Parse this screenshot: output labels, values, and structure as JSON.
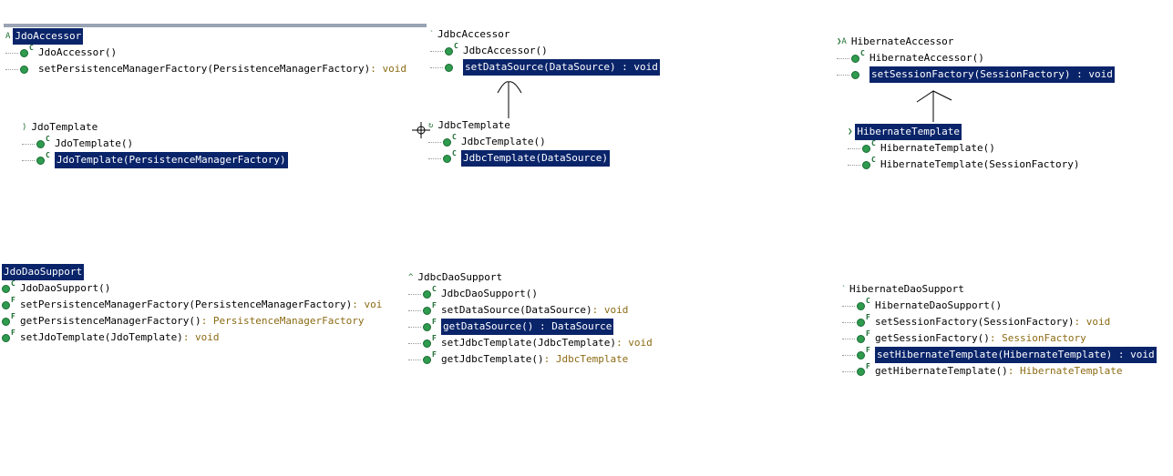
{
  "diagrams": {
    "jdo_accessor": {
      "class": "JdoAccessor",
      "members": [
        {
          "mod": "C",
          "text": "JdoAccessor()",
          "ret": ""
        },
        {
          "mod": "",
          "text": "setPersistenceManagerFactory(PersistenceManagerFactory)",
          "ret": " : void"
        }
      ]
    },
    "jdbc_accessor": {
      "class": "JdbcAccessor",
      "members": [
        {
          "mod": "C",
          "text": "JdbcAccessor()",
          "ret": ""
        },
        {
          "mod": "",
          "text": "setDataSource(DataSource) : void",
          "ret": ""
        }
      ]
    },
    "hibernate_accessor": {
      "class": "HibernateAccessor",
      "members": [
        {
          "mod": "C",
          "text": "HibernateAccessor()",
          "ret": ""
        },
        {
          "mod": "",
          "text": "setSessionFactory(SessionFactory) : void",
          "ret": ""
        }
      ]
    },
    "jdo_template": {
      "class": "JdoTemplate",
      "members": [
        {
          "mod": "C",
          "text": "JdoTemplate()",
          "ret": ""
        },
        {
          "mod": "C",
          "text": "JdoTemplate(PersistenceManagerFactory)",
          "ret": ""
        }
      ]
    },
    "jdbc_template": {
      "class": "JdbcTemplate",
      "members": [
        {
          "mod": "C",
          "text": "JdbcTemplate()",
          "ret": ""
        },
        {
          "mod": "C",
          "text": "JdbcTemplate(DataSource)",
          "ret": ""
        }
      ]
    },
    "hibernate_template": {
      "class": "HibernateTemplate",
      "members": [
        {
          "mod": "C",
          "text": "HibernateTemplate()",
          "ret": ""
        },
        {
          "mod": "C",
          "text": "HibernateTemplate(SessionFactory)",
          "ret": ""
        }
      ]
    },
    "jdo_dao_support": {
      "class": "JdoDaoSupport",
      "members": [
        {
          "mod": "C",
          "text": "JdoDaoSupport()",
          "ret": ""
        },
        {
          "mod": "F",
          "text": "setPersistenceManagerFactory(PersistenceManagerFactory)",
          "ret": " : voi"
        },
        {
          "mod": "F",
          "text": "getPersistenceManagerFactory()",
          "ret": " : PersistenceManagerFactory"
        },
        {
          "mod": "F",
          "text": "setJdoTemplate(JdoTemplate)",
          "ret": " : void"
        }
      ]
    },
    "jdbc_dao_support": {
      "class": "JdbcDaoSupport",
      "members": [
        {
          "mod": "C",
          "text": "JdbcDaoSupport()",
          "ret": ""
        },
        {
          "mod": "F",
          "text": "setDataSource(DataSource)",
          "ret": " : void"
        },
        {
          "mod": "F",
          "text": "getDataSource() : DataSource",
          "ret": ""
        },
        {
          "mod": "F",
          "text": "setJdbcTemplate(JdbcTemplate)",
          "ret": " : void"
        },
        {
          "mod": "F",
          "text": "getJdbcTemplate()",
          "ret": " : JdbcTemplate"
        }
      ]
    },
    "hibernate_dao_support": {
      "class": "HibernateDaoSupport",
      "members": [
        {
          "mod": "C",
          "text": "HibernateDaoSupport()",
          "ret": ""
        },
        {
          "mod": "F",
          "text": "setSessionFactory(SessionFactory)",
          "ret": " : void"
        },
        {
          "mod": "F",
          "text": "getSessionFactory()",
          "ret": " : SessionFactory"
        },
        {
          "mod": "F",
          "text": "setHibernateTemplate(HibernateTemplate) : void",
          "ret": ""
        },
        {
          "mod": "F",
          "text": "getHibernateTemplate()",
          "ret": " : HibernateTemplate"
        }
      ]
    }
  },
  "colors": {
    "selection": "#0a246a",
    "method_dot": "#2e9b4e",
    "return_type": "#8c6b14"
  }
}
